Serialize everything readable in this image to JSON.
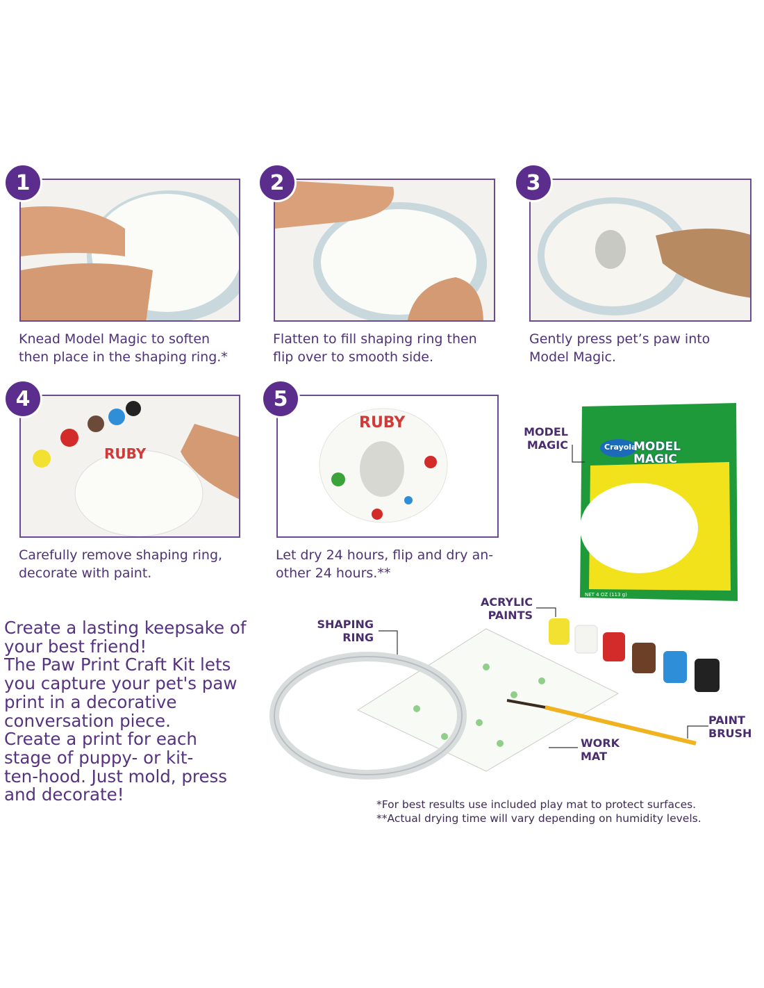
{
  "steps": [
    {
      "number": "1",
      "caption": "Knead Model Magic to soften\nthen place in the shaping ring.*"
    },
    {
      "number": "2",
      "caption": "Flatten to fill shaping ring then\nflip over to smooth side."
    },
    {
      "number": "3",
      "caption": "Gently press pet’s paw into\nModel Magic."
    },
    {
      "number": "4",
      "caption": "Carefully remove shaping ring,\ndecorate with paint."
    },
    {
      "number": "5",
      "caption": "Let dry 24 hours, flip and dry an-\nother 24 hours.**"
    }
  ],
  "description": "Create a lasting keepsake of\nyour best friend!\nThe Paw Print Craft Kit lets\nyou capture your pet's paw\nprint in a decorative\nconversation piece.\nCreate a print for each\nstage of puppy- or kit-\nten-hood. Just mold, press\nand decorate!",
  "kit_labels": {
    "model_magic": "MODEL\nMAGIC",
    "acrylic_paints": "ACRYLIC\nPAINTS",
    "shaping_ring": "SHAPING\nRING",
    "paint_brush": "PAINT\nBRUSH",
    "work_mat": "WORK\nMAT"
  },
  "package": {
    "brand": "Crayola",
    "product": "MODEL MAGIC",
    "weight": "NET 4 OZ (113 g)"
  },
  "decoration_text": "RUBY",
  "footnotes": [
    "*For best results use included play mat to protect surfaces.",
    "**Actual drying time will vary depending on humidity levels."
  ],
  "colors": {
    "purple": "#5b2e8e",
    "text": "#4e3276",
    "mat_green": "#7cc47a"
  }
}
